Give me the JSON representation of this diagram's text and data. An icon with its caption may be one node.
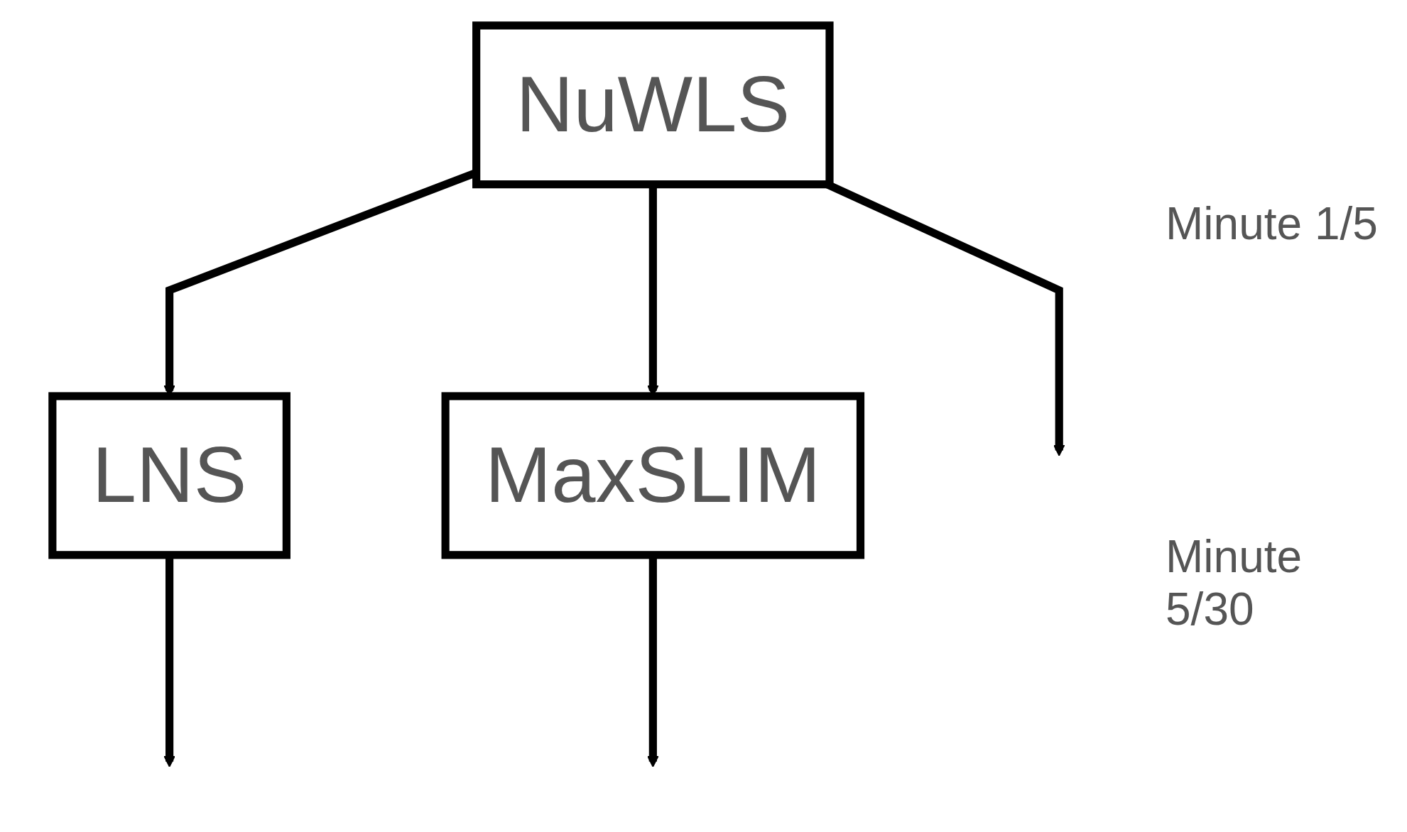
{
  "diagram": {
    "nodes": [
      {
        "text": [
          "NuWLS"
        ]
      },
      {
        "text": [
          "LNS"
        ]
      },
      {
        "text": [
          "MaxSLIM"
        ]
      }
    ],
    "edges": [
      {
        "from": 0,
        "to": 1,
        "arrow": "to"
      },
      {
        "from": 0,
        "to": 2,
        "arrow": "to"
      },
      {
        "from": 0,
        "to": null,
        "arrow": "to"
      },
      {
        "from": 1,
        "to": null,
        "arrow": "to"
      },
      {
        "from": 2,
        "to": null,
        "arrow": "to"
      }
    ],
    "labels": [
      "Minute 1/5",
      "Minute 5/30"
    ]
  }
}
